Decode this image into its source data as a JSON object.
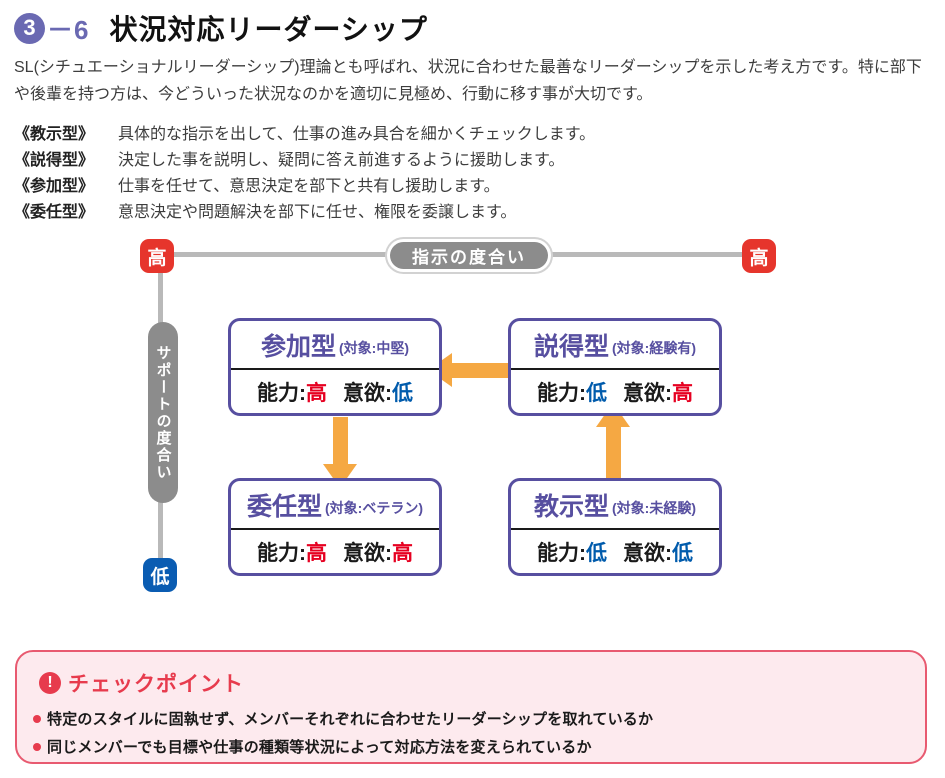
{
  "header": {
    "chapter_number": "3",
    "chapter_suffix": "－6",
    "title": "状況対応リーダーシップ"
  },
  "intro": "SL(シチュエーショナルリーダーシップ)理論とも呼ばれ、状況に合わせた最善なリーダーシップを示した考え方です。特に部下や後輩を持つ方は、今どういった状況なのかを適切に見極め、行動に移す事が大切です。",
  "definitions": [
    {
      "label": "《教示型》",
      "text": "具体的な指示を出して、仕事の進み具合を細かくチェックします。"
    },
    {
      "label": "《説得型》",
      "text": "決定した事を説明し、疑問に答え前進するように援助します。"
    },
    {
      "label": "《参加型》",
      "text": "仕事を任せて、意思決定を部下と共有し援助します。"
    },
    {
      "label": "《委任型》",
      "text": "意思決定や問題解決を部下に任せ、権限を委譲します。"
    }
  ],
  "diagram": {
    "axis_x_label": "指示の度合い",
    "axis_y_label": "サポートの度合い",
    "endpoints": {
      "top_left": "高",
      "top_right": "高",
      "bottom_left": "低"
    },
    "value_labels": {
      "ability": "能力:",
      "will": "意欲:"
    },
    "boxes": [
      {
        "name": "参加型",
        "target": "(対象:中堅)",
        "ability": "高",
        "ability_level": "high",
        "will": "低",
        "will_level": "low"
      },
      {
        "name": "説得型",
        "target": "(対象:経験有)",
        "ability": "低",
        "ability_level": "low",
        "will": "高",
        "will_level": "high"
      },
      {
        "name": "委任型",
        "target": "(対象:ベテラン)",
        "ability": "高",
        "ability_level": "high",
        "will": "高",
        "will_level": "high"
      },
      {
        "name": "教示型",
        "target": "(対象:未経験)",
        "ability": "低",
        "ability_level": "low",
        "will": "低",
        "will_level": "low"
      }
    ],
    "arrows": [
      "settoku-to-sanka",
      "sanka-to-inin",
      "kyoji-to-settoku"
    ]
  },
  "checkpoint": {
    "title": "チェックポイント",
    "items": [
      "特定のスタイルに固執せず、メンバーそれぞれに合わせたリーダーシップを取れているか",
      "同じメンバーでも目標や仕事の種類等状況によって対応方法を変えられているか"
    ]
  },
  "colors": {
    "purple": "#574fa0",
    "header_purple": "#6a69b2",
    "red": "#e60021",
    "blue": "#005bac",
    "orange": "#f5a843",
    "gray_pill": "#8c8c8c",
    "checkpoint_red": "#e73b4d",
    "checkpoint_bg": "#fdeaee"
  }
}
